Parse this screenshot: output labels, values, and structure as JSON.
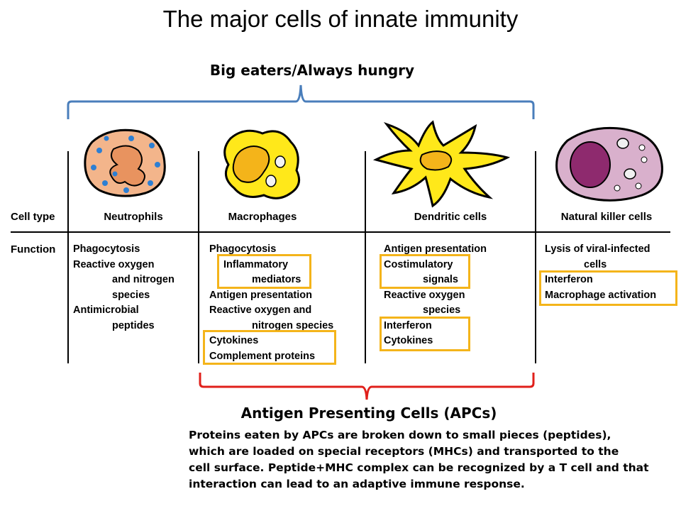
{
  "title": "The major cells of innate immunity",
  "top_brace_label": "Big eaters/Always hungry",
  "row_labels": {
    "cell_type": "Cell type",
    "function": "Function"
  },
  "cells": [
    {
      "name": "Neutrophils",
      "functions": [
        "Phagocytosis",
        "Reactive oxygen",
        "and nitrogen",
        "species",
        "Antimicrobial",
        "peptides"
      ]
    },
    {
      "name": "Macrophages",
      "functions": [
        "Phagocytosis",
        "Inflammatory",
        "mediators",
        "Antigen presentation",
        "Reactive oxygen and",
        "nitrogen species",
        "Cytokines",
        "Complement proteins"
      ]
    },
    {
      "name": "Dendritic cells",
      "functions": [
        "Antigen presentation",
        "Costimulatory",
        "signals",
        "Reactive oxygen",
        "species",
        "Interferon",
        "Cytokines"
      ]
    },
    {
      "name": "Natural killer cells",
      "functions": [
        "Lysis of viral-infected",
        "cells",
        "Interferon",
        "Macrophage activation"
      ]
    }
  ],
  "apc": {
    "title": "Antigen Presenting Cells (APCs)",
    "description_lines": [
      "Proteins eaten by APCs are broken down to small pieces (peptides),",
      "which are loaded on special receptors (MHCs) and transported to the",
      "cell surface. Peptide+MHC complex can be recognized by a T cell and that",
      "interaction can lead to an adaptive immune response."
    ]
  },
  "colors": {
    "top_brace": "#4a7ebb",
    "bottom_brace": "#e0201b",
    "highlight": "#f4b41a",
    "neutrophil": "#f3b58b",
    "macrophage": "#ffe81a",
    "nk": "#d9b0cc"
  }
}
